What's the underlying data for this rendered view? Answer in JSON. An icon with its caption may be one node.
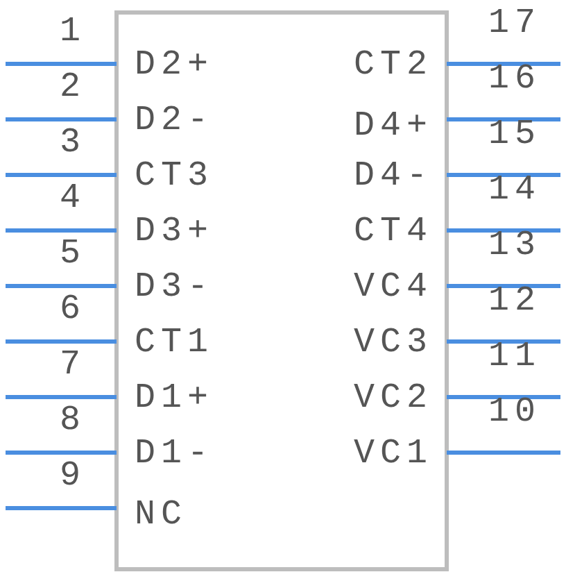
{
  "diagram": {
    "nodes": [
      {
        "text": [],
        "shape": "box"
      }
    ],
    "labels": [
      "1",
      "17",
      "D2+",
      "CT2",
      "2",
      "16",
      "D2-",
      "D4+",
      "3",
      "15",
      "CT3",
      "D4-",
      "4",
      "14",
      "D3+",
      "CT4",
      "5",
      "13",
      "D3-",
      "VC4",
      "6",
      "12",
      "CT1",
      "VC3",
      "7",
      "11",
      "D1+",
      "VC2",
      "8",
      "10",
      "D1-",
      "VC1",
      "9",
      "NC"
    ]
  }
}
